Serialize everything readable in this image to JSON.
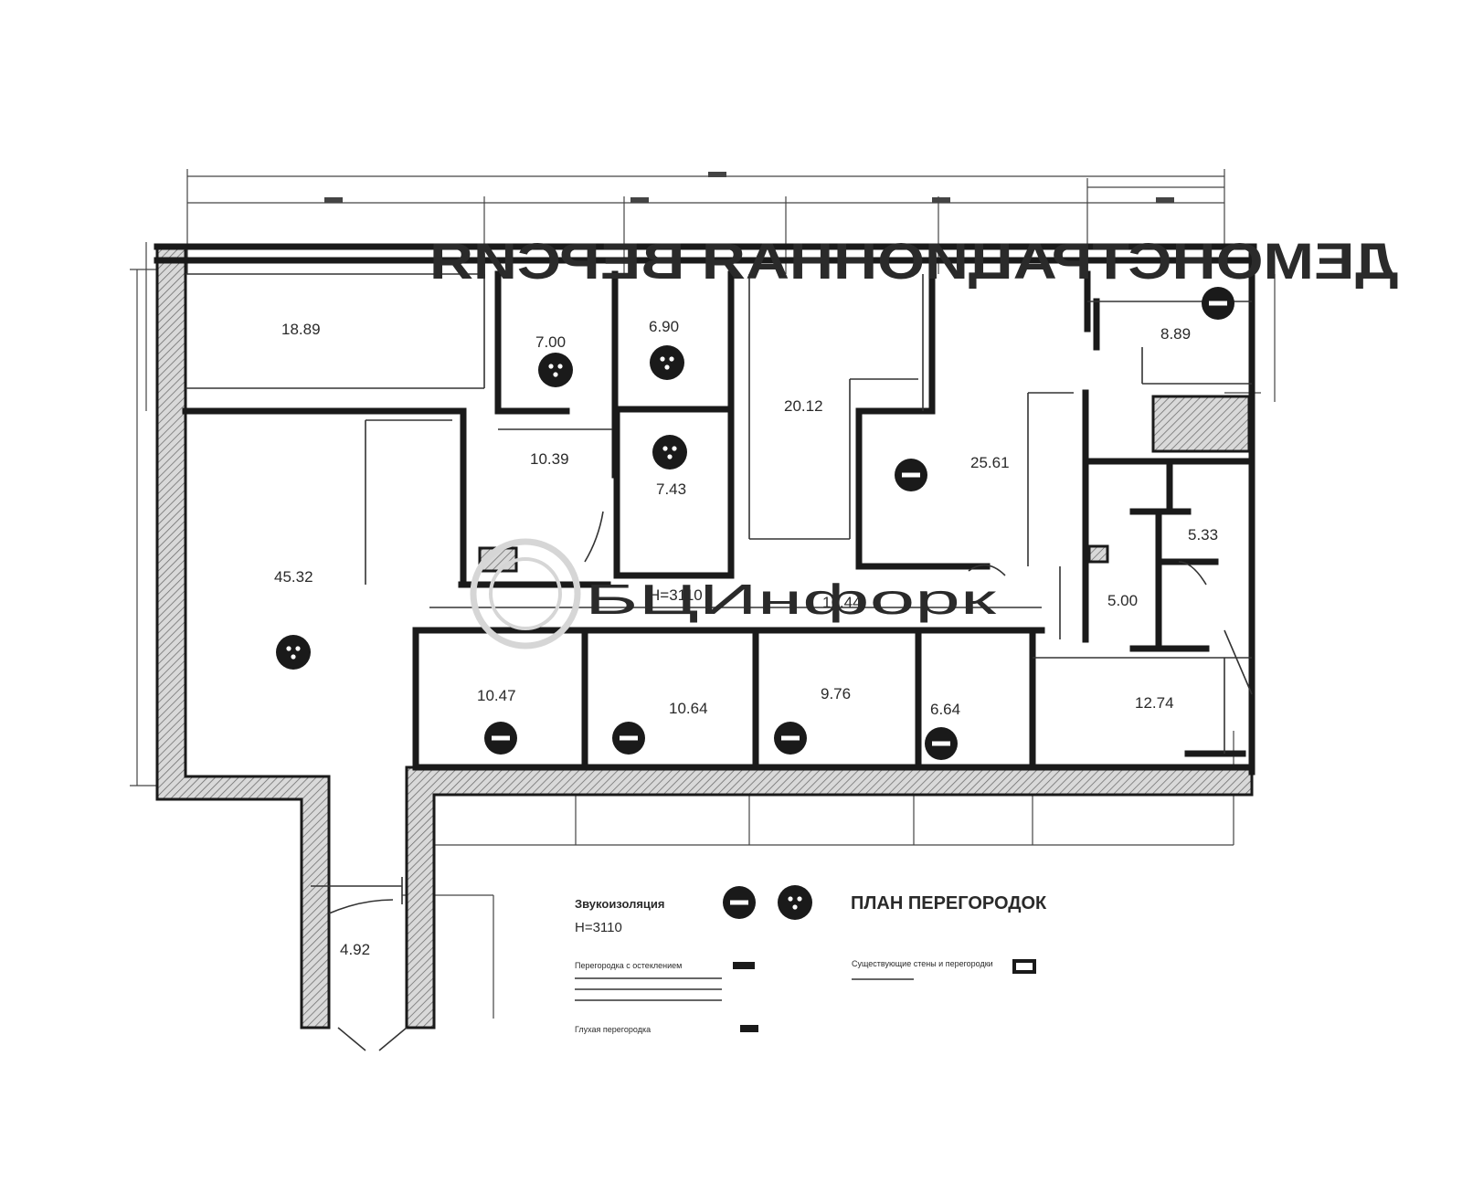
{
  "watermark": {
    "mirrored_text": "ДЕМОНСТРАЦИОННАЯ ВЕРСИЯ",
    "logo_text": "БЦИнфорк"
  },
  "rooms": [
    {
      "id": "r1",
      "label": "18.89"
    },
    {
      "id": "r2",
      "label": "7.00"
    },
    {
      "id": "r3",
      "label": "6.90"
    },
    {
      "id": "r4",
      "label": "20.12"
    },
    {
      "id": "r5",
      "label": "8.89"
    },
    {
      "id": "r6",
      "label": "10.39"
    },
    {
      "id": "r7",
      "label": "7.43"
    },
    {
      "id": "r8",
      "label": "25.61"
    },
    {
      "id": "r9",
      "label": "5.33"
    },
    {
      "id": "r10",
      "label": "45.32"
    },
    {
      "id": "r11",
      "label": "16.44"
    },
    {
      "id": "r12",
      "label": "5.00"
    },
    {
      "id": "r13",
      "label": "10.47"
    },
    {
      "id": "r14",
      "label": "10.64"
    },
    {
      "id": "r15",
      "label": "9.76"
    },
    {
      "id": "r16",
      "label": "6.64"
    },
    {
      "id": "r17",
      "label": "12.74"
    },
    {
      "id": "r18",
      "label": "4.92"
    }
  ],
  "corridor_height": "H=3110",
  "legend": {
    "sound_label": "Звукоизоляция",
    "height": "H=3110",
    "plan_title": "ПЛАН ПЕРЕГОРОДОК",
    "item1": "Перегородка с остеклением",
    "item2": "Глухая перегородка",
    "item3": "Существующие стены и перегородки"
  },
  "colors": {
    "ink": "#1a1a1a",
    "hatch_fill": "#bdbdbd",
    "paper": "#ffffff"
  }
}
